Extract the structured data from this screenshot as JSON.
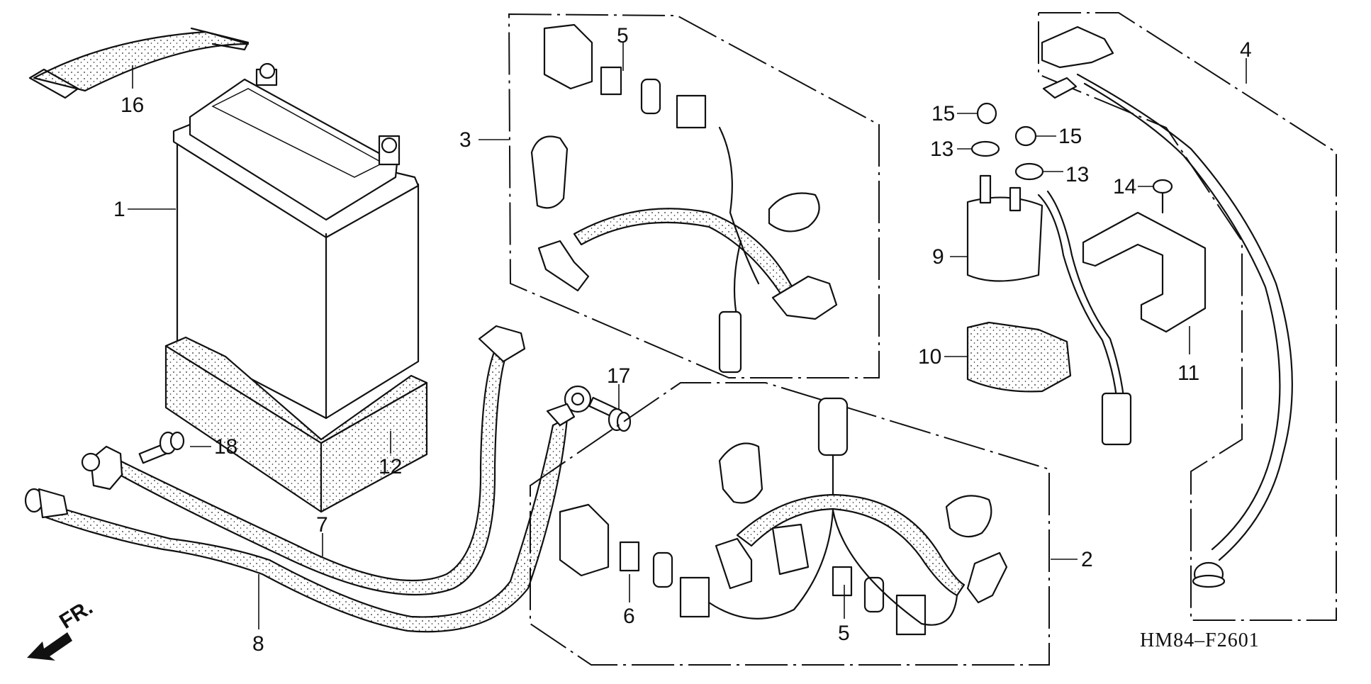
{
  "diagram": {
    "title_code": "HM84–F2601",
    "direction_indicator": "FR.",
    "callouts": [
      {
        "id": "1",
        "part": "battery"
      },
      {
        "id": "2",
        "part": "wire-harness-lower"
      },
      {
        "id": "3",
        "part": "wire-harness-upper"
      },
      {
        "id": "4",
        "part": "starter-cable"
      },
      {
        "id": "5",
        "part": "fuse-upper"
      },
      {
        "id": "5",
        "part": "fuse-lower"
      },
      {
        "id": "6",
        "part": "fuse-lower-left"
      },
      {
        "id": "7",
        "part": "battery-cable-positive"
      },
      {
        "id": "8",
        "part": "battery-cable-negative"
      },
      {
        "id": "9",
        "part": "starter-solenoid"
      },
      {
        "id": "10",
        "part": "solenoid-rubber-mount"
      },
      {
        "id": "11",
        "part": "solenoid-cover-bracket"
      },
      {
        "id": "12",
        "part": "battery-cushion"
      },
      {
        "id": "13",
        "part": "washer-left"
      },
      {
        "id": "13",
        "part": "washer-right"
      },
      {
        "id": "14",
        "part": "tapping-screw"
      },
      {
        "id": "15",
        "part": "nut-left"
      },
      {
        "id": "15",
        "part": "nut-right"
      },
      {
        "id": "16",
        "part": "battery-band"
      },
      {
        "id": "17",
        "part": "bolt-right"
      },
      {
        "id": "18",
        "part": "bolt-left"
      }
    ]
  }
}
